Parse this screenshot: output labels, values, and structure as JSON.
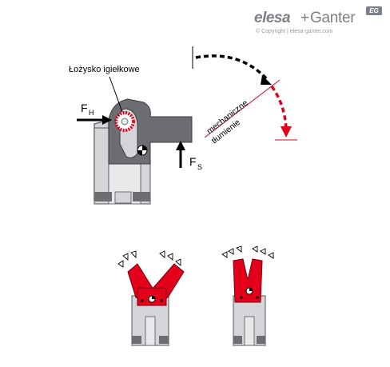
{
  "logo": {
    "brand_left": "elesa",
    "plus": "+",
    "brand_right": "Ganter",
    "badge": "EG",
    "copyright": "© Copyright | elesa-ganter.com"
  },
  "labels": {
    "bearing": "Łożysko igiełkowe",
    "force_h": "F",
    "force_h_sub": "H",
    "force_s": "F",
    "force_s_sub": "S",
    "damping_line1": "mechaniczne",
    "damping_line2": "tłumienie"
  },
  "colors": {
    "body_gray": "#6d6e72",
    "dark_gray": "#3c3d40",
    "light_gray": "#d4d5d8",
    "accent_red": "#e3001b",
    "black": "#000000"
  }
}
